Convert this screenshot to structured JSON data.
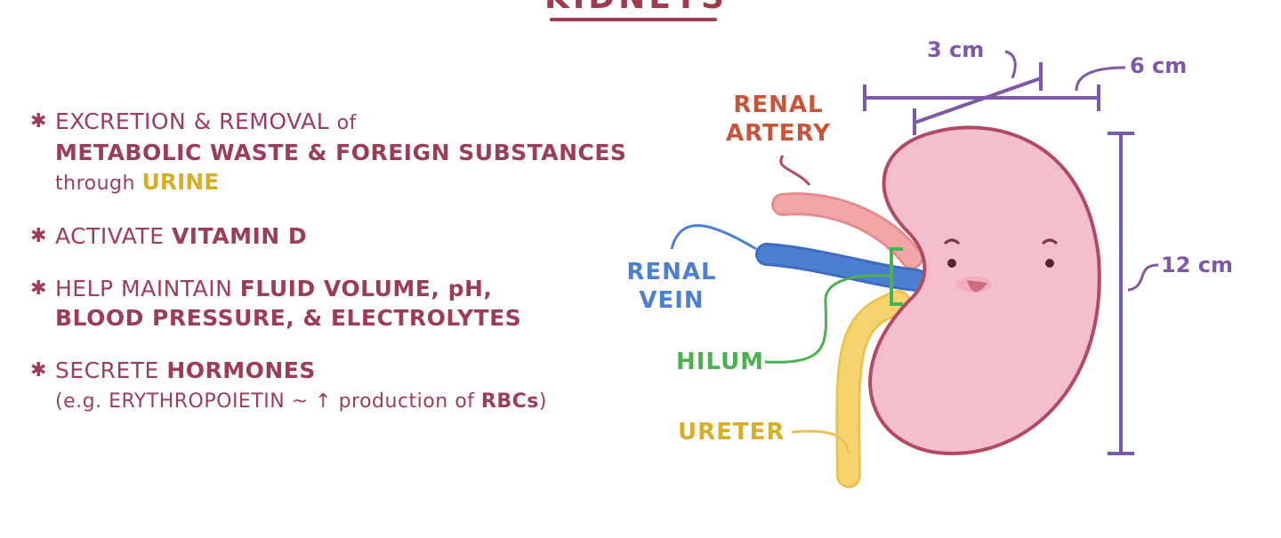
{
  "title": "KIDNEYS",
  "colors": {
    "maroon": "#9c3d58",
    "yellow": "#d7ae2a",
    "purple": "#7e57a6",
    "kidney_pink": "#f4bfcc",
    "artery_pink": "#f2a6a6",
    "vein_blue": "#4d7fd1",
    "hilum_green": "#4caf50",
    "ureter_yellow": "#f5d470"
  },
  "functions": [
    {
      "line1_plain": "EXCRETION & REMOVAL ",
      "line1_small": "of",
      "line2_bold": "METABOLIC WASTE & FOREIGN SUBSTANCES",
      "line3_small": "through ",
      "line3_yellow": "URINE"
    },
    {
      "plain": "ACTIVATE ",
      "bold": "VITAMIN D"
    },
    {
      "plain": "HELP MAINTAIN ",
      "bold": "FLUID VOLUME, pH,",
      "line2_bold": "BLOOD PRESSURE, & ELECTROLYTES"
    },
    {
      "plain": "SECRETE ",
      "bold": "HORMONES",
      "line2_plain": "(e.g. ERYTHROPOIETIN ~ ↑ production of ",
      "line2_bold": "RBCs",
      "line2_end": ")"
    }
  ],
  "labels": {
    "renal_artery": "RENAL ARTERY",
    "renal_vein": "RENAL VEIN",
    "hilum": "HILUM",
    "ureter": "URETER"
  },
  "dimensions": {
    "depth": "3 cm",
    "width": "6 cm",
    "length": "12 cm"
  }
}
